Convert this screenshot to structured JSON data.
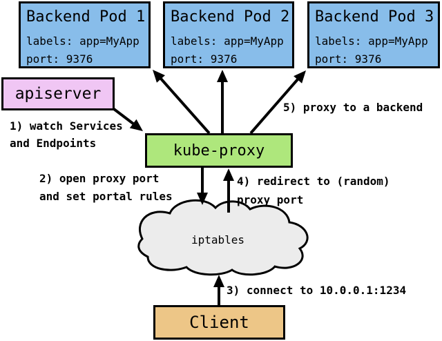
{
  "pods": [
    {
      "title": "Backend Pod 1",
      "labels_line": "labels: app=MyApp",
      "port_line": "port: 9376"
    },
    {
      "title": "Backend Pod 2",
      "labels_line": "labels: app=MyApp",
      "port_line": "port: 9376"
    },
    {
      "title": "Backend Pod 3",
      "labels_line": "labels: app=MyApp",
      "port_line": "port: 9376"
    }
  ],
  "nodes": {
    "apiserver": "apiserver",
    "kube_proxy": "kube-proxy",
    "iptables": "iptables",
    "client": "Client"
  },
  "steps": {
    "s1": [
      "1) watch Services",
      "and Endpoints"
    ],
    "s2": [
      "2) open proxy port",
      "and set portal rules"
    ],
    "s3": [
      "3) connect to 10.0.0.1:1234"
    ],
    "s4": [
      "4) redirect to (random)",
      "proxy port"
    ],
    "s5": [
      "5) proxy to a backend"
    ]
  },
  "colors": {
    "pod-fill": "#88BDEA",
    "apiserver-fill": "#F0C6F4",
    "kube-proxy-fill": "#AEE77C",
    "client-fill": "#EDC687",
    "cloud-fill": "#ECECEC",
    "stroke": "#000000",
    "background": "#FFFFFF"
  }
}
